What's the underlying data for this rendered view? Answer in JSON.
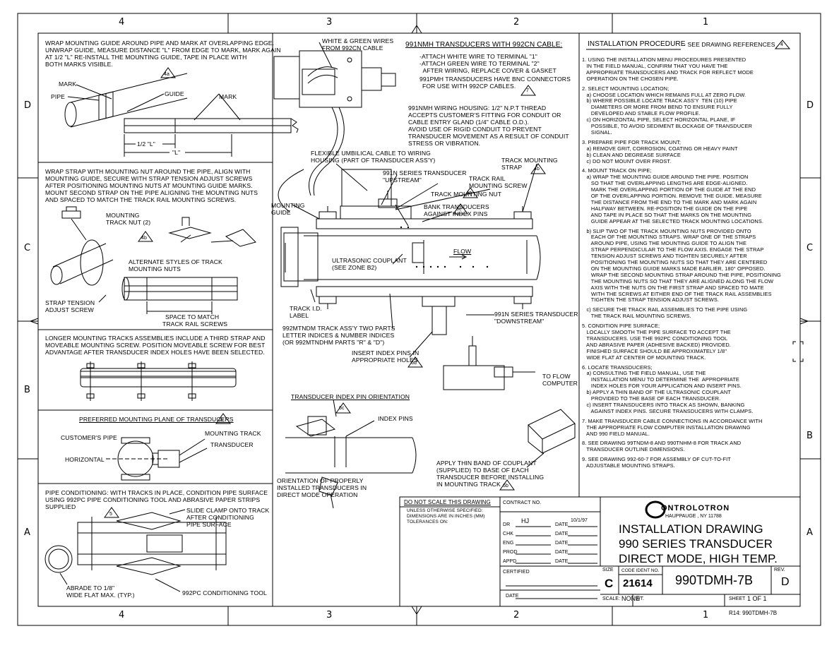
{
  "zones": {
    "top": [
      "4",
      "3",
      "2",
      "1"
    ],
    "bottom": [
      "4",
      "3",
      "2",
      "1"
    ],
    "left": [
      "D",
      "C",
      "B",
      "A"
    ],
    "right": [
      "D",
      "C",
      "B",
      "A"
    ]
  },
  "left_panels": {
    "p1_text": [
      "WRAP MOUNTING GUIDE AROUND PIPE AND MARK AT OVERLAPPING EDGE.",
      "UNWRAP GUIDE, MEASURE DISTANCE \"L\" FROM EDGE TO MARK, MARK AGAIN",
      "AT 1/2 \"L\" RE-INSTALL THE MOUNTING GUIDE, TAPE IN PLACE WITH",
      "BOTH MARKS VISIBLE."
    ],
    "p1_labels": {
      "mark_a": "MARK",
      "pipe": "PIPE",
      "guide": "GUIDE",
      "mark_b": "MARK",
      "half_l": "1/2 \"L\"",
      "l": "\"L\"",
      "ref": "4a"
    },
    "p2_text": [
      "WRAP STRAP WITH MOUNTING NUT AROUND THE PIPE, ALIGN WITH",
      "MOUNTING GUIDE, SECURE WITH STRAP TENSION ADJUST SCREWS",
      "AFTER POSITIONING MOUNTING NUTS AT MOUNTING GUIDE MARKS.",
      "MOUNT SECOND STRAP ON THE PIPE ALIGNING THE MOUNTING NUTS",
      "AND SPACED TO MATCH THE TRACK RAIL MOUNTING SCREWS."
    ],
    "p2_labels": {
      "track_nut": [
        "MOUNTING",
        "TRACK NUT (2)"
      ],
      "alt": [
        "ALTERNATE STYLES OF TRACK",
        "MOUNTING NUTS"
      ],
      "strap": [
        "STRAP TENSION",
        "ADJUST SCREW"
      ],
      "space": [
        "SPACE TO MATCH",
        "TRACK RAIL SCREWS"
      ],
      "ref": "4b"
    },
    "p3_text": [
      "LONGER MOUNTING TRACKS ASSEMBLIES INCLUDE A THIRD STRAP AND",
      "MOVEABLE MOUNTING SCREW. POSITION MOVEABLE SCREW FOR BEST",
      "ADVANTAGE AFTER TRANSDUCER INDEX HOLES HAVE BEEN SELECTED."
    ],
    "p4_title": "PREFERRED MOUNTING PLANE OF TRANSDUCERS",
    "p4_labels": {
      "customer": "CUSTOMER'S PIPE",
      "horizontal": "HORIZONTAL",
      "mounting_track": "MOUNTING TRACK",
      "transducer": "TRANSDUCER",
      "ref": "2c"
    },
    "p5_text": [
      "PIPE CONDITIONING: WITH TRACKS IN PLACE, CONDITION PIPE SURFACE",
      "USING 992PC PIPE CONDITIONING TOOL AND ABRASIVE PAPER STRIPS",
      "SUPPLIED"
    ],
    "p5_labels": {
      "slide": [
        "SLIDE CLAMP ONTO TRACK",
        "AFTER CONDITIONING",
        "PIPE SURFACE"
      ],
      "abrade": [
        "ABRADE TO 1/8\"",
        "WIDE FLAT MAX. (TYP.)"
      ],
      "tool": "992PC CONDITIONING TOOL",
      "ref": "5"
    }
  },
  "center": {
    "wires": [
      "WHITE & GREEN WIRES",
      "FROM 992CN CABLE"
    ],
    "header": "991NMH TRANSDUCERS WITH 992CN CABLE:",
    "attach": [
      "-ATTACH WHITE WIRE TO TERMINAL \"1\"",
      "-ATTACH GREEN WIRE TO TERMINAL \"2\"",
      "  AFTER WIRING, REPLACE COVER & GASKET"
    ],
    "pmh": [
      "991PMH TRANSDUCERS HAVE BNC CONNECTORS",
      "FOR USE WITH 992CP CABLES."
    ],
    "ref7": "7",
    "housing": [
      "991NMH WIRING HOUSING: 1/2\" N.P.T THREAD",
      "ACCEPTS CUSTOMER'S FITTING FOR CONDUIT OR",
      "CABLE ENTRY GLAND (1/4\" CABLE O.D.).",
      "AVOID USE OF RIGID CONDUIT TO PREVENT",
      "TRANSDUCER MOVEMENT AS A RESULT OF CONDUIT",
      "STRESS OR VIBRATION."
    ],
    "umbilical": [
      "FLEXIBLE UMBILICAL CABLE TO WIRING",
      "HOUSING (PART OF TRANSDUCER ASS'Y)"
    ],
    "track_strap": [
      "TRACK MOUNTING",
      "STRAP"
    ],
    "upstream": [
      "991N SERIES TRANSDUCER",
      "\"UPSTREAM\""
    ],
    "rail": [
      "TRACK RAIL",
      "MOUNTING SCREW"
    ],
    "nut": "TRACK MOUNTING NUT",
    "guide": [
      "MOUNTING",
      "GUIDE"
    ],
    "bank": [
      "BANK TRANSDUCERS",
      "AGAINST INDEX PINS"
    ],
    "flow": "FLOW",
    "couplant": [
      "ULTRASONIC COUPLANT",
      "(SEE ZONE B2)"
    ],
    "trackid": [
      "TRACK I.D.",
      "LABEL"
    ],
    "downstream": [
      "991N SERIES TRANSDUCER",
      "\"DOWNSTREAM\""
    ],
    "assy": [
      "992MTNDM TRACK ASS'Y TWO PARTS",
      "LETTER INDICES & NUMBER INDICES",
      "(OR 992MTNDHM PARTS \"R\" & \"D\")"
    ],
    "insert": [
      "INSERT INDEX PINS IN",
      "APPROPRIATE HOLES"
    ],
    "toflow": [
      "TO FLOW",
      "COMPUTER"
    ],
    "pin_title": "TRANSDUCER INDEX PIN ORIENTATION",
    "index_pins": "INDEX PINS",
    "orient": [
      "ORIENTATION OF PROPERLY",
      "INSTALLED TRANSDUCERS IN",
      "DIRECT MODE OPERATION"
    ],
    "apply": [
      "APPLY THIN BAND OF COUPLANT",
      "(SUPPLIED) TO BASE OF EACH",
      "TRANSDUCER BEFORE INSTALLING",
      "IN MOUNTING TRACK"
    ],
    "refs": {
      "r4a": "4a",
      "r4b": "4b",
      "r6c": "6c",
      "r6d": "6d",
      "r6c2": "6c",
      "r6b": "6b"
    }
  },
  "procedure": {
    "title": "INSTALLATION PROCEDURE",
    "see": "- SEE DRAWING REFERENCES",
    "ref": "4",
    "lines": [
      "1. USING THE INSTALLATION MENU PROCEDURES PRESENTED",
      "   IN THE FIELD MANUAL, CONFIRM THAT YOU HAVE THE",
      "   APPROPRIATE TRANSDUCERS AND TRACK FOR REFLECT MODE",
      "   OPERATION ON THE CHOSEN PIPE.",
      "",
      "2. SELECT MOUNTING LOCATION;",
      "   a) CHOOSE LOCATION WHICH REMAINS FULL AT ZERO FLOW.",
      "   b) WHERE POSSIBLE LOCATE TRACK ASS'Y  TEN (10) PIPE",
      "      DIAMETERS OR MORE FROM BEND TO ENSURE FULLY",
      "      DEVELOPED AND STABLE FLOW PROFILE.",
      "   c) ON HORIZONTAL PIPE, SELECT HORIZONTAL PLANE, IF",
      "      POSSIBLE, TO AVOID SEDIMENT BLOCKAGE OF TRANSDUCER",
      "      SIGNAL.",
      "",
      "3. PREPARE PIPE FOR TRACK MOUNT;",
      "   a) REMOVE GRIT, CORROSION, COATING OR HEAVY PAINT",
      "   b) CLEAN AND DEGREASE SURFACE",
      "   c) DO NOT MOUNT OVER FROST.",
      "",
      "4. MOUNT TRACK ON PIPE;",
      "   a) WRAP THE MOUNTING GUIDE AROUND THE PIPE. POSITION",
      "      SO THAT THE OVERLAPPING LENGTHS ARE EDGE-ALIGNED.",
      "      MARK THE OVERLAPPING PORTION OF THE GUIDE AT THE END",
      "      OF THE OVERLAPPING PORTION. REMOVE THE GUIDE. MEASURE",
      "      THE DISTANCE FROM THE END TO THE MARK AND MARK AGAIN",
      "      HALFWAY BETWEEN. RE-POSITION THE GUIDE ON THE PIPE",
      "      AND TAPE IN PLACE SO THAT THE MARKS ON THE MOUNTING",
      "      GUIDE APPEAR AT THE SELECTED TRACK MOUNTING LOCATIONS.",
      "",
      "   b) SLIP TWO OF THE TRACK MOUNTING NUTS PROVIDED ONTO",
      "      EACH OF THE MOUNTING STRAPS. WRAP ONE OF THE STRAPS",
      "      AROUND PIPE, USING THE MOUNTING GUIDE TO ALIGN THE",
      "      STRAP PERPENDICULAR TO THE FLOW AXIS. ENGAGE THE STRAP",
      "      TENSION ADJUST SCREWS AND TIGHTEN SECURELY AFTER",
      "      POSITIONING THE MOUNTING NUTS SO THAT THEY ARE CENTERED",
      "      ON THE MOUNTING GUIDE MARKS MADE EARLIER, 180° OPPOSED.",
      "      WRAP THE SECOND MOUNTING STRAP AROUND THE PIPE, POSITIONING",
      "      THE MOUNTING NUTS SO THAT THEY ARE ALIGNED ALONG THE FLOW",
      "      AXIS WITH THE NUTS ON THE FIRST STRAP AND SPACED TO MATE",
      "      WITH THE SCREWS AT EITHER END OF THE TRACK RAIL ASSEMBLIES",
      "      TIGHTEN THE STRAP TENSION ADJUST SCREWS.",
      "",
      "   c) SECURE THE TRACK RAIL ASSEMBLIES TO THE PIPE USING",
      "      THE TRACK RAIL MOUNTING SCREWS.",
      "",
      "5. CONDITION PIPE SURFACE;",
      "   LOCALLY SMOOTH THE PIPE SURFACE TO ACCEPT THE",
      "   TRANSDUCERS. USE THE 992PC CONDITIONING TOOL",
      "   AND ABRASIVE PAPER (ADHESIVE BACKED) PROVIDED.",
      "   FINISHED SURFACE SHOULD BE APPROXIMATELY 1/8\"",
      "   WIDE FLAT AT CENTER OF MOUNTING TRACK.",
      "",
      "6. LOCATE TRANSDUCERS;",
      "   a) CONSULTING THE FIELD MANUAL, USE THE",
      "      INSTALLATION MENU TO DETERMINE THE  APPROPRIATE",
      "      INDEX HOLES FOR YOUR APPLICATION AND INSERT PINS.",
      "   b) APPLY A THIN BAND OF THE ULTRASONIC COUPLANT",
      "      PROVIDED TO THE BASE OF EACH TRANSDUCER.",
      "   c) INSERT TRANSDUCERS INTO TRACK AS SHOWN, BANKING",
      "      AGAINST INDEX PINS. SECURE TRANSDUCERS WITH CLAMPS.",
      "",
      "7. MAKE TRANSDUCER CABLE CONNECTIONS IN ACCORDANCE WITH",
      "   THE APPROPRIATE FLOW COMPUTER INSTALLATION DRAWING",
      "   AND 990 FIELD MANUAL.",
      "",
      "8. SEE DRAWING 99TNDM-8 AND 990TNHM-8 FOR TRACK AND",
      "   TRANSDUCER OUTLINE DIMENSIONS.",
      "",
      "9. SEE DRAWING 992-60-7 FOR ASSEMBLY OF CUT-TO-FIT",
      "   ADJUSTABLE MOUNTING STRAPS."
    ]
  },
  "title_block": {
    "no_scale": "DO NOT SCALE THIS DRAWING",
    "unless": [
      "UNLESS OTHERWISE SPECIFIED:",
      "DIMENSIONS ARE IN INCHES (MM)",
      "TOLERANCES ON:"
    ],
    "contract": "CONTRACT NO.",
    "dr": "DR",
    "dr_value": "HJ",
    "date_label": "DATE",
    "date_value": "10/1/97",
    "chk": "CHK",
    "eng": "ENG",
    "prod": "PROD",
    "appd": "APPD",
    "certified": "CERTIFIED",
    "date2": "DATE",
    "company": "CONTROLOTRON",
    "company_logo": "C",
    "company_rest": "ONTROLOTRON",
    "address": "HAUPPAUGE , NY 11788",
    "title_lines": [
      "INSTALLATION DRAWING",
      "990 SERIES TRANSDUCER",
      "DIRECT MODE, HIGH TEMP."
    ],
    "size_label": "SIZE",
    "size": "C",
    "code_label": "CODE IDENT NO.",
    "code": "21614",
    "dwg": "990TDMH-7B",
    "rev_label": "REV.",
    "rev": "D",
    "scale_label": "SCALE:",
    "scale": "NONE",
    "wt_label": "WT.",
    "sheet_label": "SHEET",
    "sheet": "1 OF 1",
    "revision_note": "R14: 990TDMH-7B"
  }
}
